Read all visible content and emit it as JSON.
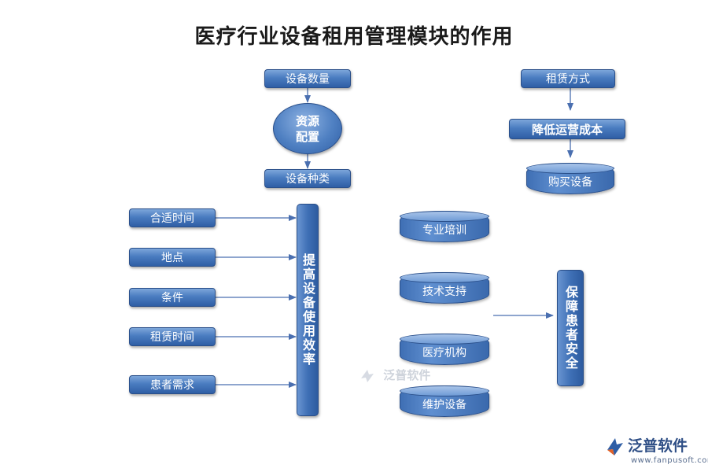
{
  "title": "医疗行业设备租用管理模块的作用",
  "nodes": {
    "device_count": "设备数量",
    "resource_allocation": "资源\n配置",
    "device_type": "设备种类",
    "rent_method": "租赁方式",
    "reduce_cost": "降低运营成本",
    "buy_device": "购买设备",
    "suitable_time": "合适时间",
    "location": "地点",
    "conditions": "条件",
    "rent_time": "租赁时间",
    "patient_needs": "患者需求",
    "improve_efficiency": "提高设备使用效率",
    "pro_training": "专业培训",
    "tech_support": "技术支持",
    "medical_institution": "医疗机构",
    "maintain_device": "维护设备",
    "patient_safety": "保障患者安全"
  },
  "watermark": "泛普软件",
  "brand": {
    "name": "泛普软件",
    "url": "www.fanpusoft.com"
  },
  "colors": {
    "box_dark": "#2f5ea5",
    "box_light": "#7da6da",
    "arrow": "#4a6fb0",
    "title": "#1a1a1a"
  }
}
